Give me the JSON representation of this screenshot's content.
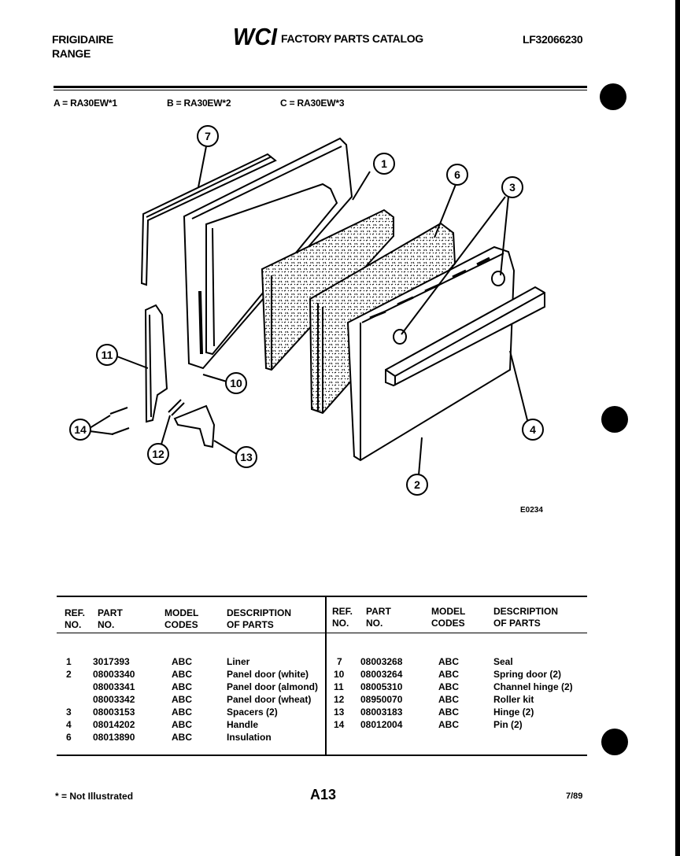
{
  "header": {
    "brand": "FRIGIDAIRE",
    "product": "RANGE",
    "logo": "WCI",
    "catalog_title": "FACTORY PARTS CATALOG",
    "catalog_number": "LF32066230"
  },
  "models": [
    {
      "key": "A",
      "model": "RA30EW*1"
    },
    {
      "key": "B",
      "model": "RA30EW*2"
    },
    {
      "key": "C",
      "model": "RA30EW*3"
    }
  ],
  "diagram": {
    "callouts": [
      "7",
      "1",
      "6",
      "3",
      "11",
      "10",
      "14",
      "12",
      "13",
      "4",
      "2"
    ],
    "figure_code": "E0234"
  },
  "table": {
    "headers": {
      "ref": [
        "REF.",
        "NO."
      ],
      "part": [
        "PART",
        "NO."
      ],
      "model": [
        "MODEL",
        "CODES"
      ],
      "desc": [
        "DESCRIPTION",
        "OF PARTS"
      ]
    },
    "left_rows": [
      {
        "ref": "1",
        "part": "3017393",
        "codes": "ABC",
        "desc": "Liner"
      },
      {
        "ref": "2",
        "part": "08003340",
        "codes": "ABC",
        "desc": "Panel door (white)"
      },
      {
        "ref": "",
        "part": "08003341",
        "codes": "ABC",
        "desc": "Panel door (almond)"
      },
      {
        "ref": "",
        "part": "08003342",
        "codes": "ABC",
        "desc": "Panel door (wheat)"
      },
      {
        "ref": "3",
        "part": "08003153",
        "codes": "ABC",
        "desc": "Spacers (2)"
      },
      {
        "ref": "4",
        "part": "08014202",
        "codes": "ABC",
        "desc": "Handle"
      },
      {
        "ref": "6",
        "part": "08013890",
        "codes": "ABC",
        "desc": "Insulation"
      }
    ],
    "right_rows": [
      {
        "ref": "7",
        "part": "08003268",
        "codes": "ABC",
        "desc": "Seal"
      },
      {
        "ref": "10",
        "part": "08003264",
        "codes": "ABC",
        "desc": "Spring door (2)"
      },
      {
        "ref": "11",
        "part": "08005310",
        "codes": "ABC",
        "desc": "Channel hinge (2)"
      },
      {
        "ref": "12",
        "part": "08950070",
        "codes": "ABC",
        "desc": "Roller kit"
      },
      {
        "ref": "13",
        "part": "08003183",
        "codes": "ABC",
        "desc": "Hinge (2)"
      },
      {
        "ref": "14",
        "part": "08012004",
        "codes": "ABC",
        "desc": "Pin (2)"
      }
    ]
  },
  "footer": {
    "note": "* = Not Illustrated",
    "page": "A13",
    "date": "7/89"
  }
}
